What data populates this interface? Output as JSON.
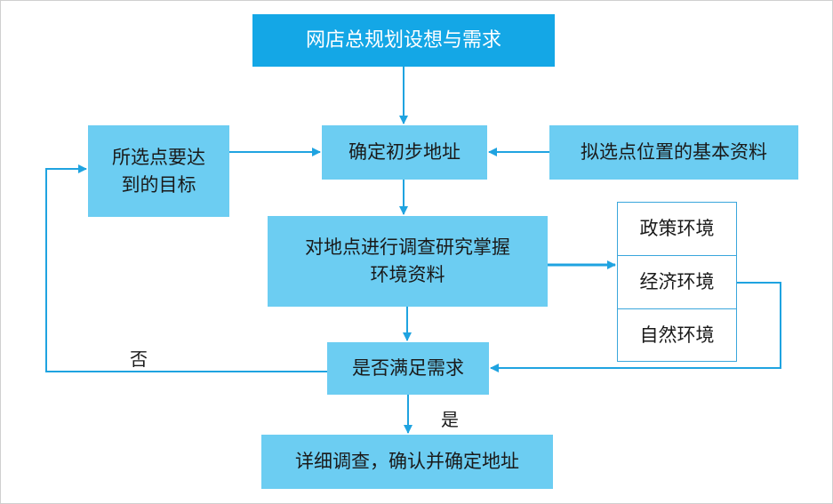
{
  "nodes": {
    "top": "网店总规划设想与需求",
    "initial": "确定初步地址",
    "target_line1": "所选点要达",
    "target_line2": "到的目标",
    "basic": "拟选点位置的基本资料",
    "survey_line1": "对地点进行调查研究掌握",
    "survey_line2": "环境资料",
    "policy": "政策环境",
    "economy": "经济环境",
    "nature": "自然环境",
    "decision": "是否满足需求",
    "final": "详细调查，确认并确定地址"
  },
  "labels": {
    "no": "否",
    "yes": "是"
  },
  "colors": {
    "dark_box": "#14a7e6",
    "light_box": "#6ccdf2",
    "arrow": "#1fa3e0",
    "outline": "#3aa6dc"
  }
}
